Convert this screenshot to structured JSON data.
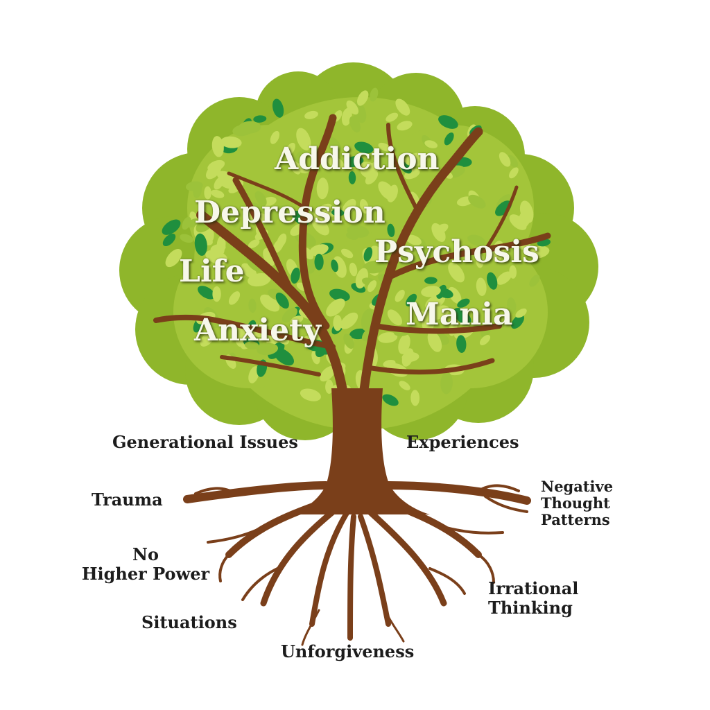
{
  "crown": {
    "addiction": "Addiction",
    "depression": "Depression",
    "psychosis": "Psychosis",
    "life": "Life",
    "mania": "Mania",
    "anxiety": "Anxiety"
  },
  "roots": {
    "generational": "Generational Issues",
    "experiences": "Experiences",
    "trauma": "Trauma",
    "negative_1": "Negative",
    "negative_2": "Thought",
    "negative_3": "Patterns",
    "no_1": "No",
    "no_2": "Higher Power",
    "irrational_1": "Irrational",
    "irrational_2": "Thinking",
    "situations": "Situations",
    "unforgiveness": "Unforgiveness"
  },
  "colors": {
    "crown_outer": "#8fb62b",
    "crown_mid": "#a3c53a",
    "leaf_light": "#c4dc5c",
    "leaf_mid": "#9cc23a",
    "leaf_dark": "#1f8f3e",
    "trunk": "#7a3f1a",
    "label_light": "#f7f7ea",
    "label_dark": "#1c1c1c"
  }
}
